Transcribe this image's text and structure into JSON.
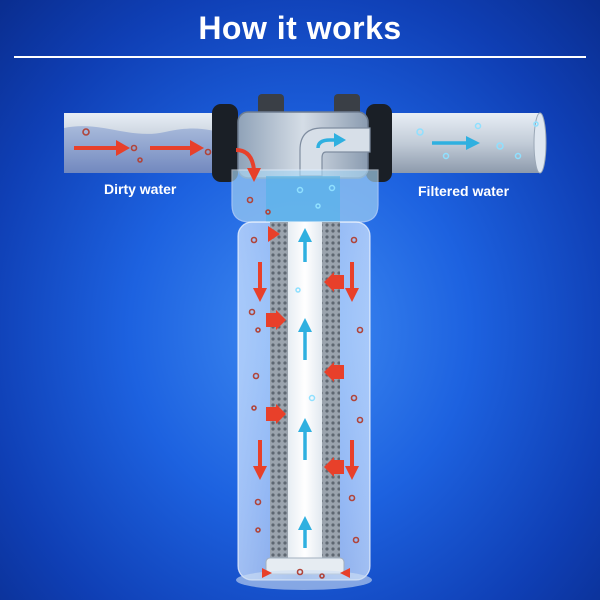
{
  "title": "How it works",
  "labels": {
    "inlet": "Dirty water",
    "outlet": "Filtered water"
  },
  "colors": {
    "background": "#1d62e0",
    "dirty_flow": "#e8402a",
    "clean_flow": "#2fb0e0",
    "pipe": "#b8c6d6",
    "housing_dark": "#1a1f26"
  },
  "icons": [
    "dirty-flow-arrow",
    "clean-flow-arrow",
    "particle",
    "bubble"
  ]
}
